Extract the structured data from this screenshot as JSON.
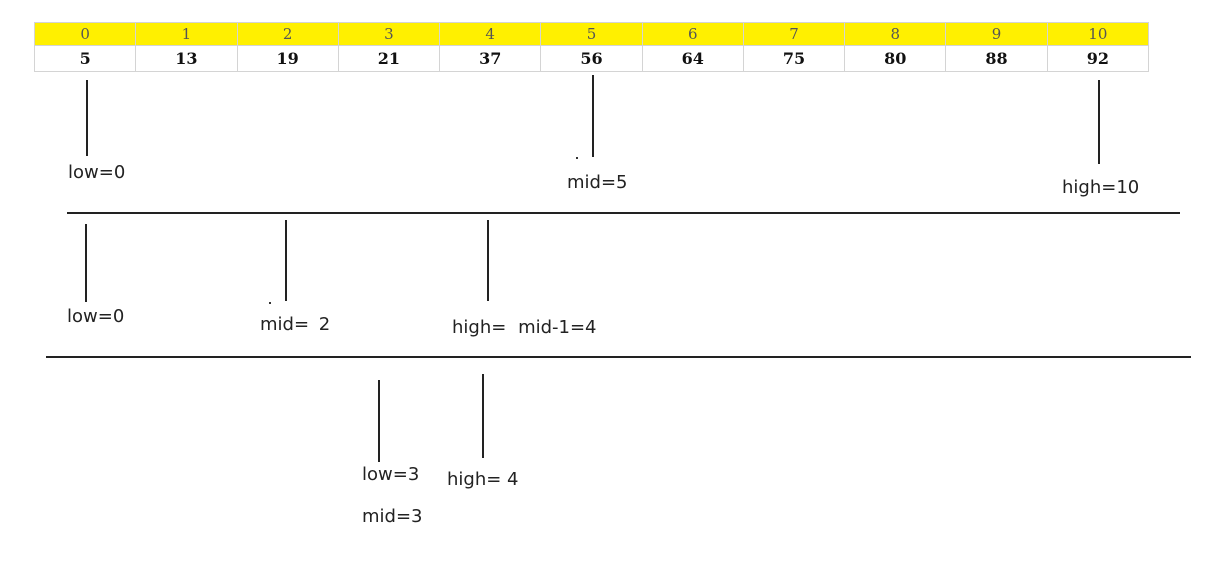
{
  "array": {
    "indices": [
      "0",
      "1",
      "2",
      "3",
      "4",
      "5",
      "6",
      "7",
      "8",
      "9",
      "10"
    ],
    "values": [
      "5",
      "13",
      "19",
      "21",
      "37",
      "56",
      "64",
      "75",
      "80",
      "88",
      "92"
    ]
  },
  "step1": {
    "low": "low=0",
    "mid": "mid=5",
    "high": "high=10"
  },
  "step2": {
    "low": "low=0",
    "mid_prefix": "mid=",
    "mid_value": "2",
    "high_prefix": "high=",
    "high_value": "mid-1=4"
  },
  "step3": {
    "low": "low=3",
    "mid": "mid=3",
    "high": "high= 4"
  },
  "colors": {
    "index_row": "#fff000",
    "line": "#222222"
  }
}
